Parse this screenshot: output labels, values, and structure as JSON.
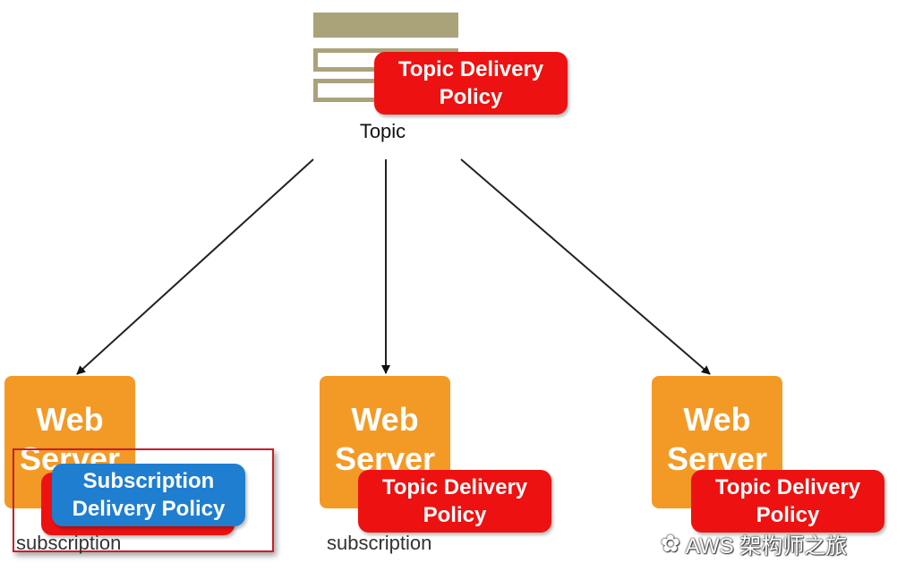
{
  "topic": {
    "label": "Topic",
    "policy_line1": "Topic Delivery",
    "policy_line2": "Policy"
  },
  "servers": [
    {
      "line1": "Web",
      "line2": "Server",
      "subscription_label": "subscription",
      "sub_policy_line1": "Subscription",
      "sub_policy_line2": "Delivery Policy"
    },
    {
      "line1": "Web",
      "line2": "Server",
      "subscription_label": "subscription",
      "policy_line1": "Topic Delivery",
      "policy_line2": "Policy"
    },
    {
      "line1": "Web",
      "line2": "Server",
      "policy_line1": "Topic Delivery",
      "policy_line2": "Policy"
    }
  ],
  "watermark": "AWS 架构师之旅",
  "colors": {
    "topic_icon": "#aaa37a",
    "policy_red": "#ee1111",
    "policy_blue": "#1f7ed0",
    "server_orange": "#f39a26",
    "highlight_border": "#c81e2a"
  }
}
